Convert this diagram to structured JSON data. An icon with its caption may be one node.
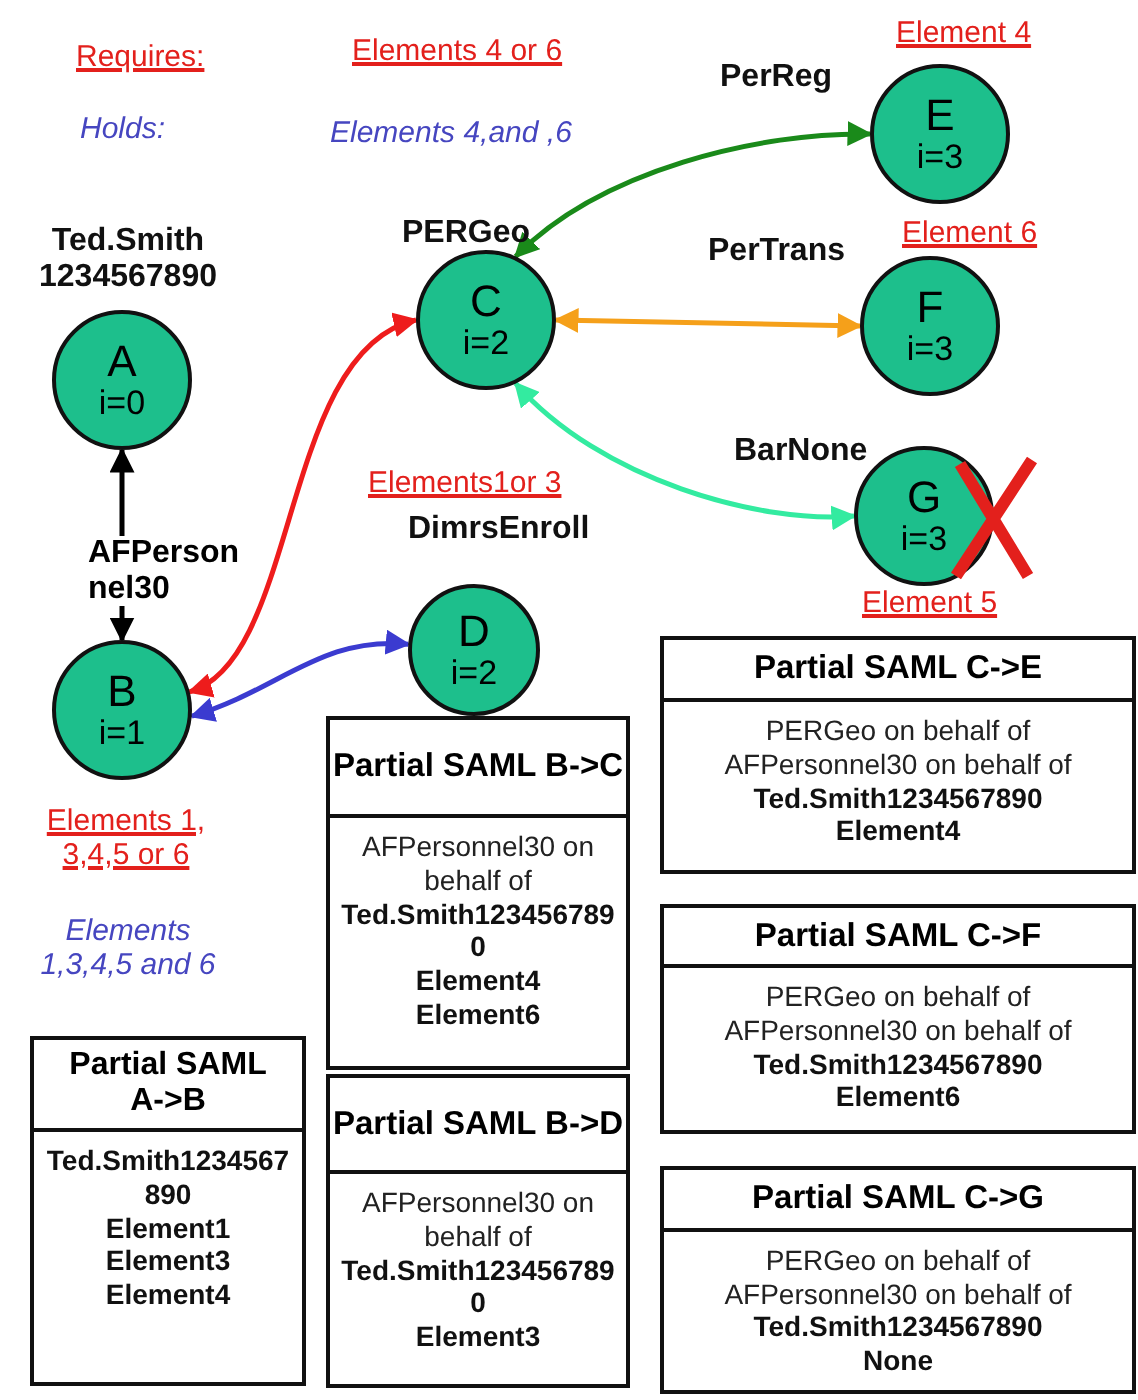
{
  "diagram": {
    "nodes": [
      {
        "text": [
          "A",
          "i=0"
        ],
        "beside": [
          "Ted.Smith 1234567890"
        ]
      },
      {
        "text": [
          "B",
          "i=1"
        ],
        "beside": [
          "Elements 1, 3,4,5 or 6",
          "Elements 1,3,4,5 and 6"
        ]
      },
      {
        "text": [
          "C",
          "i=2"
        ],
        "beside": [
          "Elements  4 or 6",
          "Elements 4,and ,6",
          "PERGeo"
        ]
      },
      {
        "text": [
          "D",
          "i=2"
        ],
        "beside": [
          "Elements1or 3",
          "DimrsEnroll"
        ]
      },
      {
        "text": [
          "E",
          "i=3"
        ],
        "beside": [
          "Element 4",
          "PerReg"
        ]
      },
      {
        "text": [
          "F",
          "i=3"
        ],
        "beside": [
          "PerTrans",
          "Element 6"
        ]
      },
      {
        "text": [
          "G",
          "i=3"
        ],
        "beside": [
          "BarNone",
          "Element 5"
        ]
      },
      {
        "text": [
          "Partial SAML A->B",
          "**Ted.Smith1234567890** **Element1** **Element3** **Element4**"
        ]
      },
      {
        "text": [
          "Partial SAML B->C",
          "AFPersonnel30 on behalf of **Ted.Smith1234567890** **Element4** **Element6**"
        ]
      },
      {
        "text": [
          "Partial SAML B->D",
          "AFPersonnel30 on behalf of **Ted.Smith1234567890** **Element3**"
        ]
      },
      {
        "text": [
          "Partial SAML C->E",
          "PERGeo on behalf of AFPersonnel30 on behalf of **Ted.Smith1234567890** **Element4**"
        ]
      },
      {
        "text": [
          "Partial SAML C->F",
          "PERGeo on behalf of AFPersonnel30 on behalf of **Ted.Smith1234567890** **Element6**"
        ]
      },
      {
        "text": [
          "Partial SAML C->G",
          "PERGeo on behalf of AFPersonnel30 on behalf of **Ted.Smith1234567890** **None**"
        ]
      }
    ],
    "edges": [
      {
        "from": 0,
        "to": 1,
        "arrow": "both",
        "label": "AFPerson nel30",
        "color": "#000000"
      },
      {
        "from": 1,
        "to": 2,
        "arrow": "both",
        "color": "#ee1c1c"
      },
      {
        "from": 1,
        "to": 3,
        "arrow": "both",
        "color": "#3b3bd0"
      },
      {
        "from": 2,
        "to": 4,
        "arrow": "both",
        "color": "#1a8a1a"
      },
      {
        "from": 2,
        "to": 5,
        "arrow": "both",
        "color": "#f5a01a"
      },
      {
        "from": 2,
        "to": 6,
        "arrow": "both",
        "color": "#33eba0"
      }
    ],
    "labels": [
      "Requires:",
      "Holds:"
    ]
  }
}
